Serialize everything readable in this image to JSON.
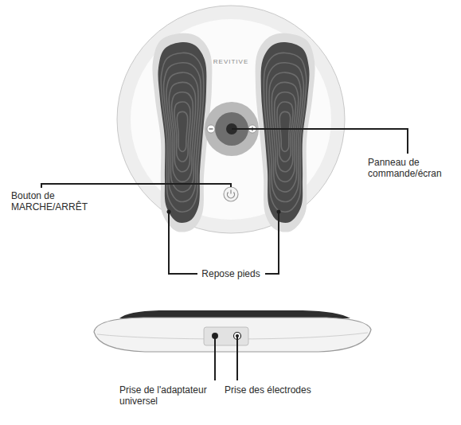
{
  "diagram": {
    "labels": [
      "REVITIVE",
      "Panneau de commande/écran",
      "Bouton de MARCHE/ARRÊT",
      "Repose pieds",
      "Prise de l'adaptateur universel",
      "Prise des électrodes"
    ]
  }
}
